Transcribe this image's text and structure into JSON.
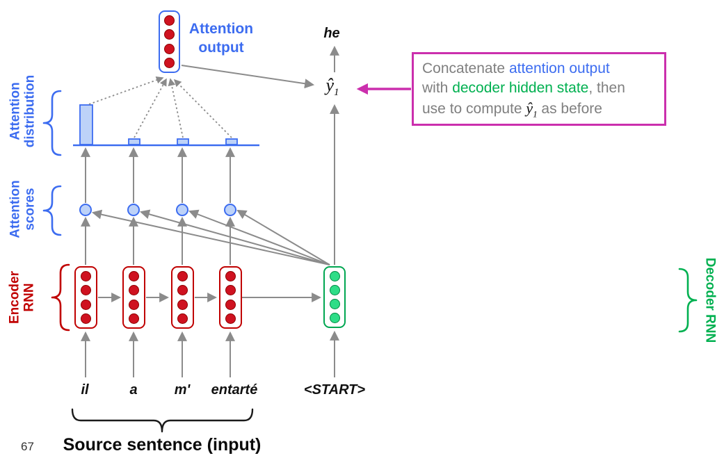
{
  "colors": {
    "attention": "#3c6cf0",
    "attention-fill": "#bdd2f8",
    "encoder": "#c00000",
    "encoder-dot": "#cf1220",
    "decoder": "#00a651",
    "decoder-dot": "#2edd87",
    "decoder-label": "#00b050",
    "arrow": "#8b8b8b",
    "callout": "#cb2fad",
    "gray-text": "#7f7f7f"
  },
  "labels": {
    "attention_output_line1": "Attention",
    "attention_output_line2": "output",
    "attention_distribution_line1": "Attention",
    "attention_distribution_line2": "distribution",
    "attention_scores_line1": "Attention",
    "attention_scores_line2": "scores",
    "encoder_rnn_line1": "Encoder",
    "encoder_rnn_line2": "RNN",
    "decoder_rnn": "Decoder RNN",
    "source_sentence": "Source sentence (input)",
    "page_number": "67"
  },
  "tokens": {
    "source_words": [
      "il",
      "a",
      "m'",
      "entarté"
    ],
    "start_token": "<START>",
    "output_word": "he",
    "yhat_base": "ŷ",
    "yhat_sub": "1"
  },
  "callout": {
    "line1": [
      {
        "text": "Concatenate ",
        "color": "gray"
      },
      {
        "text": "attention output",
        "color": "blue"
      }
    ],
    "line2": [
      {
        "text": "with ",
        "color": "gray"
      },
      {
        "text": "decoder hidden state",
        "color": "green"
      },
      {
        "text": ", then",
        "color": "gray"
      }
    ],
    "line3": {
      "pre": "use to compute ",
      "yhat_base": "ŷ",
      "yhat_sub": "1",
      "post": " as before"
    }
  }
}
